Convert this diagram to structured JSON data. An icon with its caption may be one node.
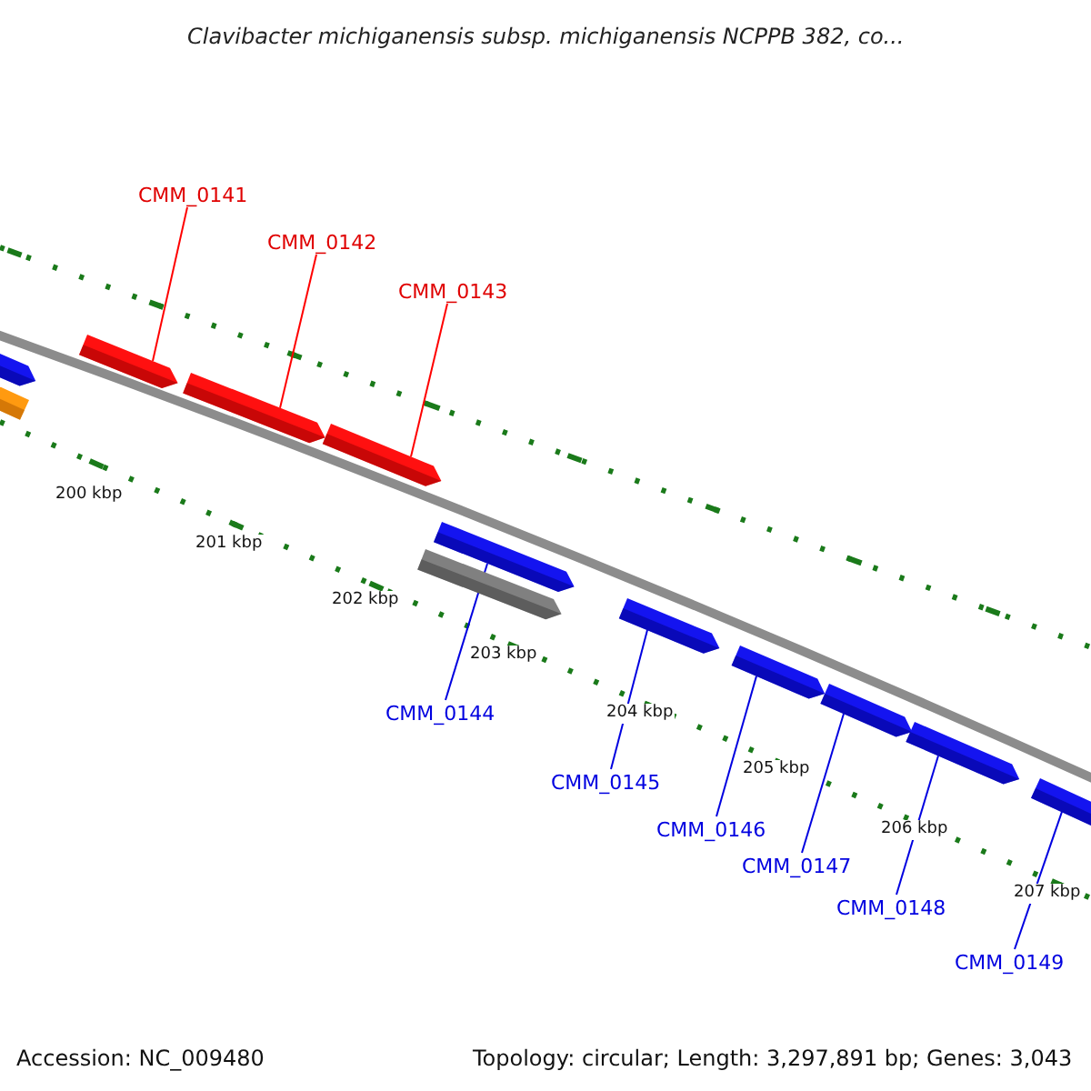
{
  "diagram": {
    "title": "Clavibacter michiganensis subsp. michiganensis NCPPB 382, co...",
    "nodes": [
      {
        "text": [
          "CMM_0141"
        ]
      },
      {
        "text": [
          "CMM_0142"
        ]
      },
      {
        "text": [
          "CMM_0143"
        ]
      },
      {
        "text": [],
        "shape": "bar"
      },
      {
        "text": [],
        "shape": "bar"
      },
      {
        "text": [],
        "shape": "bar"
      },
      {
        "text": [],
        "shape": "bar"
      },
      {
        "text": [],
        "shape": "bar"
      },
      {
        "text": [],
        "shape": "bar"
      },
      {
        "text": [],
        "shape": "bar"
      },
      {
        "text": [
          "CMM_0144"
        ]
      },
      {
        "text": [],
        "shape": "bar"
      },
      {
        "text": [
          "CMM_0145"
        ]
      },
      {
        "text": [],
        "shape": "bar"
      },
      {
        "text": [],
        "shape": "bar"
      },
      {
        "text": [],
        "shape": "bar"
      },
      {
        "text": [],
        "shape": "bar"
      },
      {
        "text": [
          "CMM_0146"
        ]
      },
      {
        "text": [
          "CMM_0147"
        ]
      },
      {
        "text": [
          "CMM_0148"
        ]
      },
      {
        "text": [
          "CMM_0149"
        ]
      }
    ],
    "edges": [
      {
        "from": 0,
        "to": 5,
        "arrow": "none",
        "color": "#ff0000"
      },
      {
        "from": 1,
        "to": 6,
        "arrow": "none",
        "color": "#ff0000"
      },
      {
        "from": 2,
        "to": 7,
        "arrow": "none",
        "color": "#ff0000"
      },
      {
        "from": 10,
        "to": 8,
        "arrow": "none"
      },
      {
        "from": 12,
        "to": 11,
        "arrow": "none"
      },
      {
        "from": 17,
        "to": 13,
        "arrow": "none"
      },
      {
        "from": 18,
        "to": 14,
        "arrow": "none"
      },
      {
        "from": 19,
        "to": 15,
        "arrow": "none"
      },
      {
        "from": 20,
        "to": 16,
        "arrow": "none"
      }
    ],
    "labels": [
      "200 kbp",
      "201 kbp",
      "202 kbp",
      "203 kbp",
      "204 kbp",
      "205 kbp",
      "206 kbp",
      "207 kbp",
      "Accession: NC_009480",
      "Topology: circular; Length: 3,297,891 bp; Genes: 3,043"
    ]
  }
}
